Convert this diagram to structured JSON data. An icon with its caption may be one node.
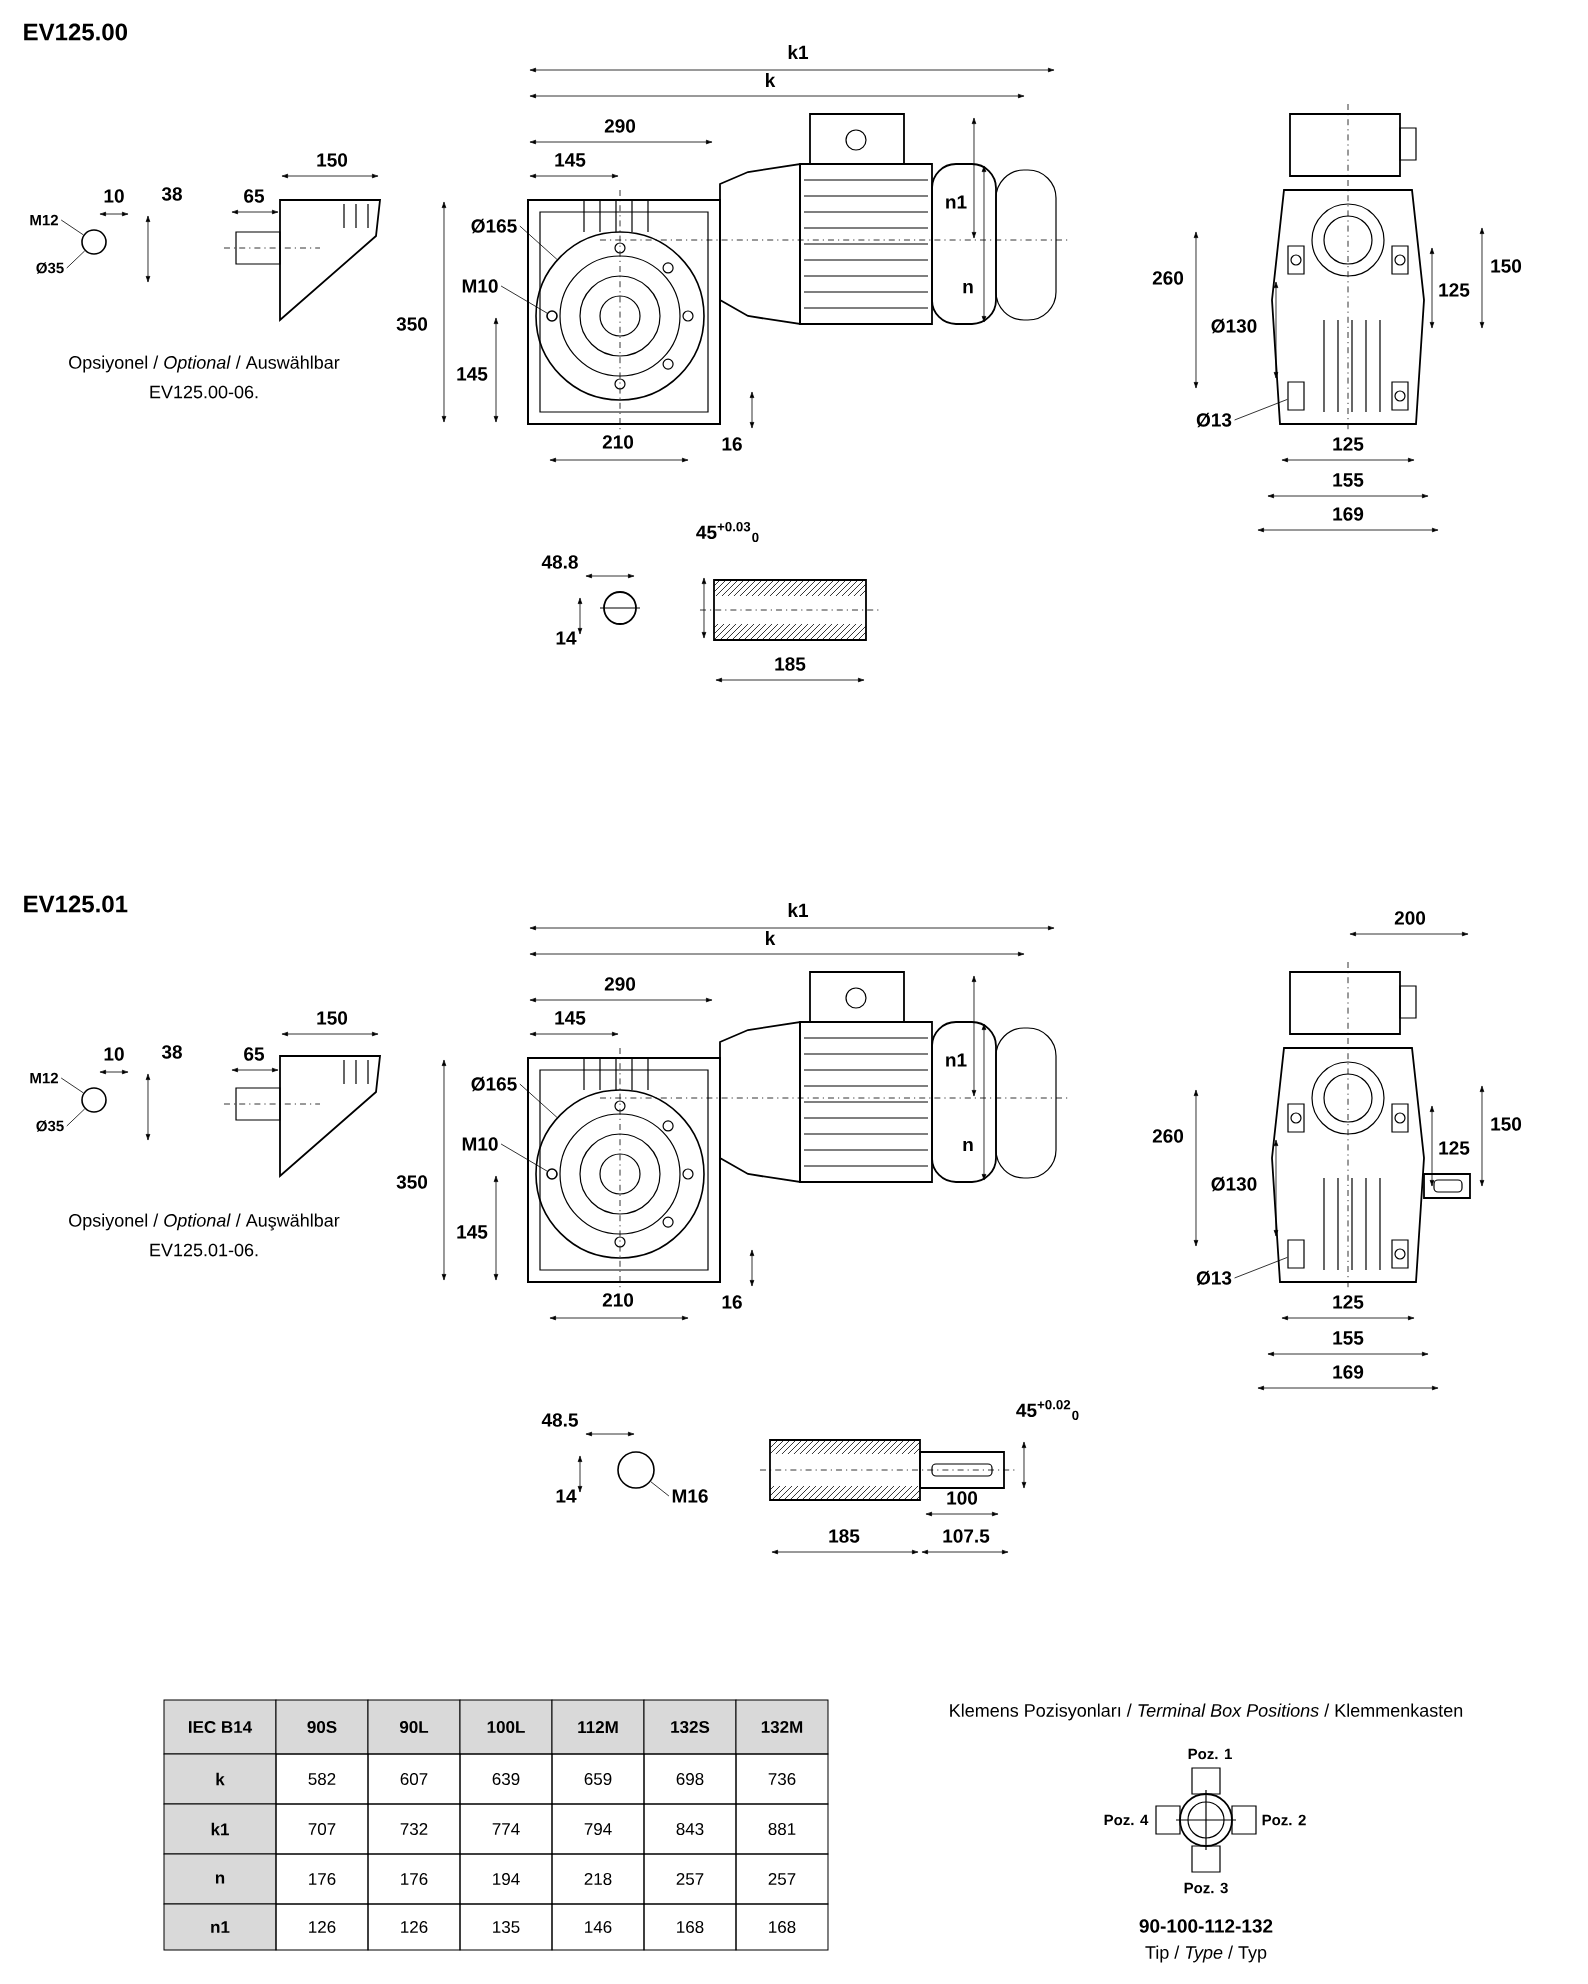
{
  "diagram": {
    "nodes": [
      {
        "text": [
          "M12"
        ]
      },
      {
        "text": [
          "Ø35"
        ]
      },
      {
        "text": [
          "Ø165"
        ]
      },
      {
        "text": [
          "M10"
        ]
      },
      {
        "text": [
          "Ø13"
        ]
      },
      {
        "text": [
          "M12"
        ]
      },
      {
        "text": [
          "Ø35"
        ]
      },
      {
        "text": [
          "Ø165"
        ]
      },
      {
        "text": [
          "M10"
        ]
      },
      {
        "text": [
          "Ø13"
        ]
      },
      {
        "text": [
          "M16"
        ]
      },
      {
        "text": [],
        "shape": "circle"
      },
      {
        "text": [],
        "shape": "circle"
      },
      {
        "text": [],
        "shape": "circle",
        "in": 12
      },
      {
        "text": [],
        "shape": "box"
      },
      {
        "text": [],
        "shape": "circle"
      },
      {
        "text": [],
        "shape": "circle"
      },
      {
        "text": [],
        "shape": "circle",
        "in": 16
      },
      {
        "text": [],
        "shape": "box"
      },
      {
        "text": [],
        "shape": "circle"
      }
    ],
    "edges": [
      {
        "from": 0,
        "to": 11,
        "arrow": "none"
      },
      {
        "from": 1,
        "to": 11,
        "arrow": "none"
      },
      {
        "from": 2,
        "to": 12,
        "arrow": "none"
      },
      {
        "from": 3,
        "to": 13,
        "arrow": "none"
      },
      {
        "from": 4,
        "to": 14,
        "arrow": "none"
      },
      {
        "from": 5,
        "to": 15,
        "arrow": "none"
      },
      {
        "from": 6,
        "to": 15,
        "arrow": "none"
      },
      {
        "from": 7,
        "to": 16,
        "arrow": "none"
      },
      {
        "from": 8,
        "to": 17,
        "arrow": "none"
      },
      {
        "from": 9,
        "to": 18,
        "arrow": "none"
      },
      {
        "from": 10,
        "to": 19,
        "arrow": "none"
      }
    ],
    "labels": [
      "EV125.00",
      "k1",
      "k",
      "290",
      "150",
      "145",
      "10",
      "38",
      "65",
      "350",
      "145",
      "210",
      "16",
      "n1",
      "n",
      "260",
      "150",
      "125",
      "Ø130",
      "125",
      "155",
      "169",
      "Opsiyonel / *Optional* / Auswählbar",
      "EV125.00-06.",
      "45$^{+0.03}$$_{0}$",
      "48.8",
      "14",
      "185",
      "EV125.01",
      "k1",
      "k",
      "290",
      "150",
      "145",
      "10",
      "38",
      "65",
      "350",
      "145",
      "210",
      "16",
      "n1",
      "n",
      "200",
      "260",
      "150",
      "125",
      "Ø130",
      "125",
      "155",
      "169",
      "Opsiyonel / *Optional* / Auşwählbar",
      "EV125.01-06.",
      "45$^{+0.02}$$_{0}$",
      "48.5",
      "14",
      "100",
      "185",
      "107.5",
      "IEC B14",
      "90S",
      "90L",
      "100L",
      "112M",
      "132S",
      "132M",
      "k",
      "582",
      "607",
      "639",
      "659",
      "698",
      "736",
      "k1",
      "707",
      "732",
      "774",
      "794",
      "843",
      "881",
      "n",
      "176",
      "176",
      "194",
      "218",
      "257",
      "257",
      "n1",
      "126",
      "126",
      "135",
      "146",
      "168",
      "168",
      "Klemens Pozisyonları / *Terminal Box Positions* / Klemmenkasten",
      "Poz. 1",
      "Poz. 4",
      "Poz. 2",
      "Poz. 3",
      "90-100-112-132",
      "Tip / *Type* / Typ"
    ]
  }
}
